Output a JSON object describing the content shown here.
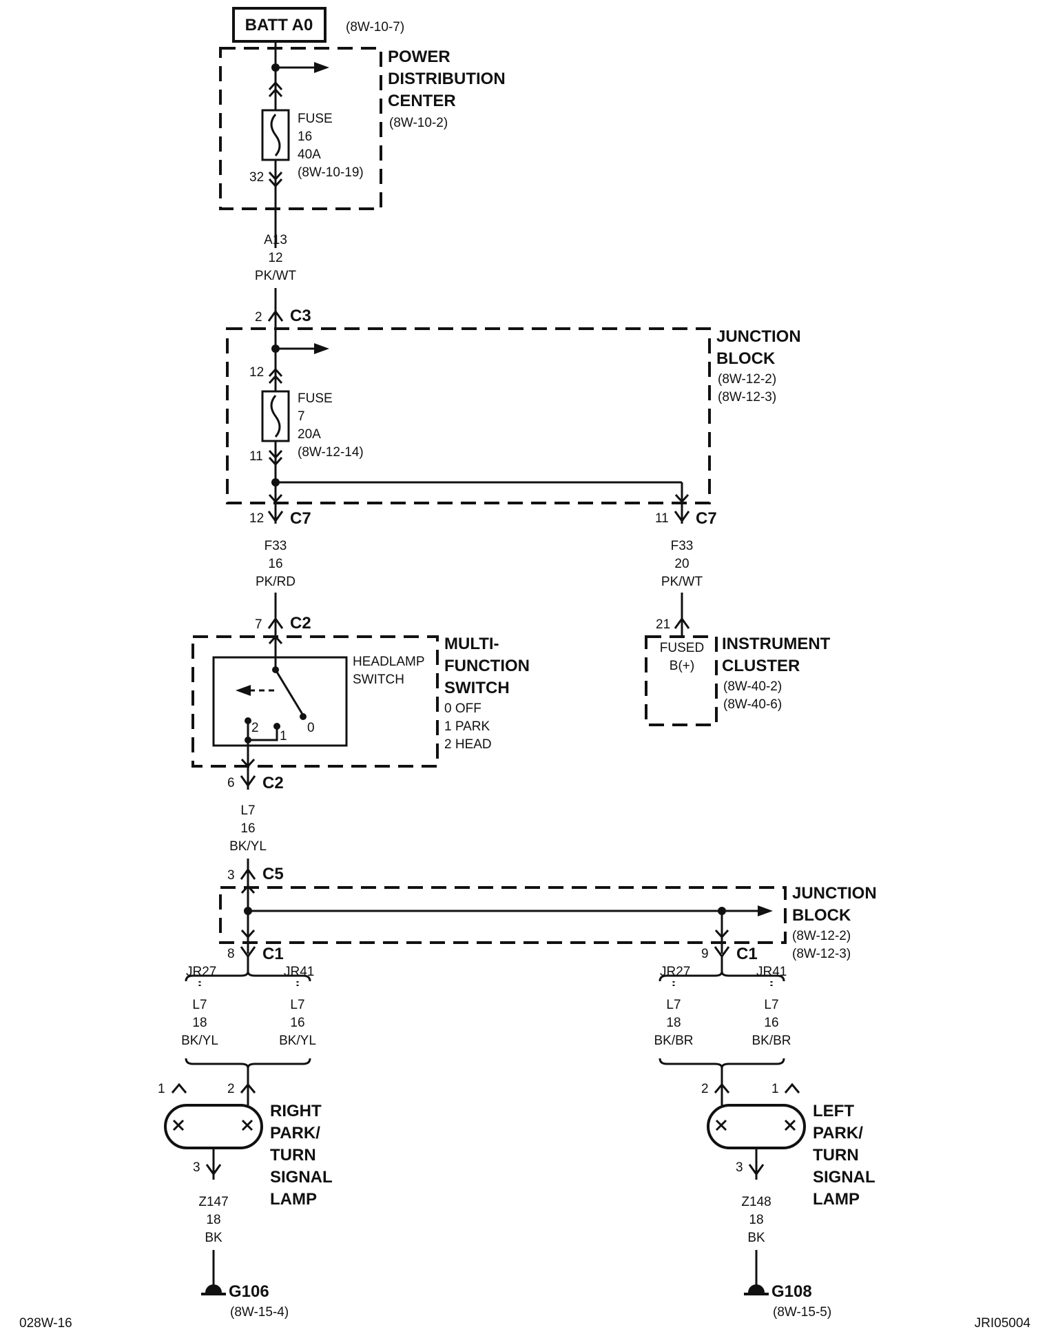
{
  "top": {
    "batt": "BATT A0",
    "batt_ref": "(8W-10-7)"
  },
  "pdc": {
    "name": [
      "POWER",
      "DISTRIBUTION",
      "CENTER"
    ],
    "ref": "(8W-10-2)",
    "fuse": [
      "FUSE",
      "16",
      "40A",
      "(8W-10-19)"
    ],
    "pin_out": "32"
  },
  "wire_a13": [
    "A13",
    "12",
    "PK/WT"
  ],
  "jb1": {
    "name": [
      "JUNCTION",
      "BLOCK"
    ],
    "refs": [
      "(8W-12-2)",
      "(8W-12-3)"
    ],
    "conn_in_pin": "2",
    "conn_in": "C3",
    "pin_in": "12",
    "pin_out": "11",
    "fuse": [
      "FUSE",
      "7",
      "20A",
      "(8W-12-14)"
    ],
    "out_left_pin": "12",
    "out_left_conn": "C7",
    "out_right_pin": "11",
    "out_right_conn": "C7"
  },
  "wire_f33_left": [
    "F33",
    "16",
    "PK/RD"
  ],
  "wire_f33_right": [
    "F33",
    "20",
    "PK/WT"
  ],
  "mfs": {
    "name": [
      "MULTI-",
      "FUNCTION",
      "SWITCH"
    ],
    "modes": [
      "0 OFF",
      "1 PARK",
      "2 HEAD"
    ],
    "switch_label": [
      "HEADLAMP",
      "SWITCH"
    ],
    "pos0": "0",
    "pos1": "1",
    "pos2": "2",
    "in_pin": "7",
    "in_conn": "C2",
    "out_pin": "6",
    "out_conn": "C2"
  },
  "cluster": {
    "name": [
      "INSTRUMENT",
      "CLUSTER"
    ],
    "refs": [
      "(8W-40-2)",
      "(8W-40-6)"
    ],
    "pin": "21",
    "inner": [
      "FUSED",
      "B(+)"
    ]
  },
  "wire_l7_main": [
    "L7",
    "16",
    "BK/YL"
  ],
  "jb2": {
    "name": [
      "JUNCTION",
      "BLOCK"
    ],
    "refs": [
      "(8W-12-2)",
      "(8W-12-3)"
    ],
    "in_pin": "3",
    "in_conn": "C5",
    "out_left_pin": "8",
    "out_left_conn": "C1",
    "out_right_pin": "9",
    "out_right_conn": "C1"
  },
  "right_lamp_side": {
    "split_left": "JR27",
    "split_right": "JR41",
    "wire_a": [
      "L7",
      "18",
      "BK/YL"
    ],
    "wire_b": [
      "L7",
      "16",
      "BK/YL"
    ],
    "pin1": "1",
    "pin2": "2",
    "pin3": "3",
    "lamp_name": [
      "RIGHT",
      "PARK/",
      "TURN",
      "SIGNAL",
      "LAMP"
    ],
    "ground_wire": [
      "Z147",
      "18",
      "BK"
    ],
    "ground": "G106",
    "ground_ref": "(8W-15-4)"
  },
  "left_lamp_side": {
    "split_left": "JR27",
    "split_right": "JR41",
    "wire_a": [
      "L7",
      "18",
      "BK/BR"
    ],
    "wire_b": [
      "L7",
      "16",
      "BK/BR"
    ],
    "pin1": "1",
    "pin2": "2",
    "pin3": "3",
    "lamp_name": [
      "LEFT",
      "PARK/",
      "TURN",
      "SIGNAL",
      "LAMP"
    ],
    "ground_wire": [
      "Z148",
      "18",
      "BK"
    ],
    "ground": "G108",
    "ground_ref": "(8W-15-5)"
  },
  "footer": {
    "left": "028W-16",
    "right": "JRI05004"
  }
}
